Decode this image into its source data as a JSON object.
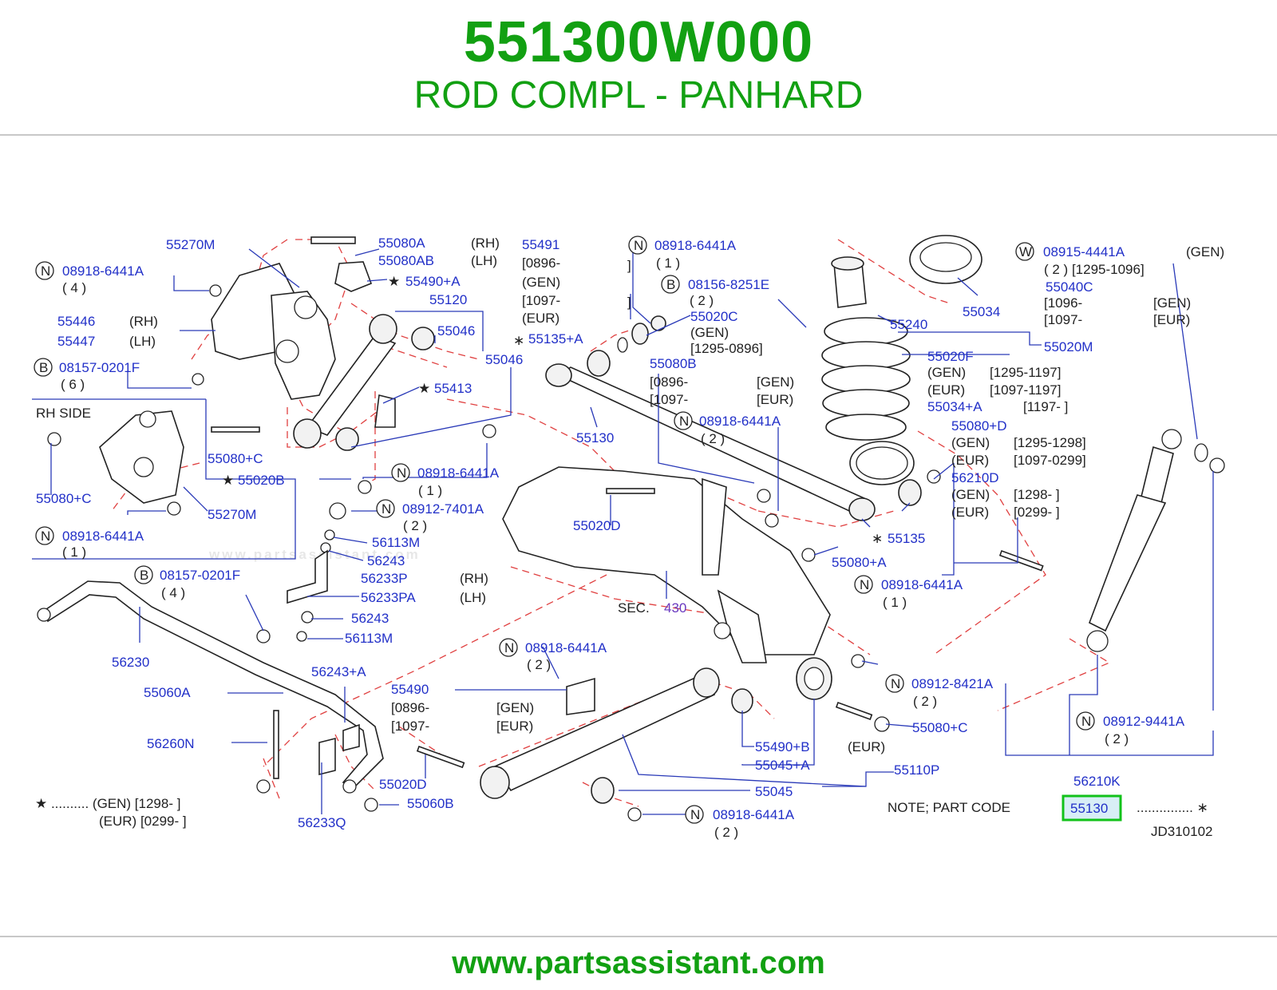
{
  "header": {
    "part_number": "551300W000",
    "part_name": "ROD COMPL - PANHARD",
    "brand_color": "#12a012"
  },
  "footer": {
    "url": "www.partsassistant.com"
  },
  "watermark": "www.partsassistant.com",
  "colors": {
    "part_label": "#2230c8",
    "leader": "#2a3ab8",
    "phantom": "#e04040",
    "highlight_border": "#12c21a"
  },
  "labels": {
    "l55270m_top": "55270M",
    "l08918_a": "08918-6441A",
    "q4_a": "( 4 )",
    "l55446": "55446",
    "rh_a": "(RH)",
    "l55447": "55447",
    "lh_a": "(LH)",
    "l08157_a": "08157-0201F",
    "q6": "( 6 )",
    "rh_side": "RH   SIDE",
    "l55080c_a": "55080+C",
    "l55080c_b": "55080+C",
    "l55020b": "55020B",
    "l55270m_bot": "55270M",
    "l08918_b": "08918-6441A",
    "q1_b": "( 1 )",
    "l55080a": "55080A",
    "rh_b": "(RH)",
    "l55080ab": "55080AB",
    "lh_b": "(LH)",
    "l55490a": "55490+A",
    "l55120": "55120",
    "l55046_a": "55046",
    "l55046_b": "55046",
    "l55413": "55413",
    "l55491": "55491",
    "r0896_a": "[0896-",
    "gen_a": "(GEN)",
    "r1097_a": "[1097-",
    "eur_a": "(EUR)",
    "l55135a": "55135+A",
    "l08918_c": "08918-6441A",
    "q1_c": "( 1 )",
    "l08912_7401": "08912-7401A",
    "q2_a": "( 2 )",
    "l56113m_a": "56113M",
    "l56243_a": "56243",
    "l56233p": "56233P",
    "rh_c": "(RH)",
    "l56233pa": "56233PA",
    "lh_c": "(LH)",
    "l56243_b": "56243",
    "l56113m_b": "56113M",
    "l08157_b": "08157-0201F",
    "q4_b": "( 4 )",
    "l56230": "56230",
    "l56243a": "56243+A",
    "l55060a": "55060A",
    "l56260n": "56260N",
    "l55490": "55490",
    "r0896_b": "[0896-",
    "r1097_b": "[1097-",
    "gen_b": "[GEN)",
    "eur_b": "[EUR)",
    "l55020d_a": "55020D",
    "l55060b": "55060B",
    "l56233q": "56233Q",
    "star_note": "★ .......... (GEN)   [1298-             ]",
    "star_note2": "(EUR)   [0299-             ]",
    "l08918_d": "08918-6441A",
    "q1_d": "( 1 )",
    "l08156": "08156-8251E",
    "q2_b": "( 2 )",
    "l55020c": "55020C",
    "gen_c": "(GEN)",
    "r1295_a": "[1295-0896]",
    "l55080b": "55080B",
    "r0896_c": "[0896-",
    "gen_d": "[GEN)",
    "r1097_c": "[1097-",
    "eur_c": "[EUR)",
    "l55130": "55130",
    "l08918_e": "08918-6441A",
    "q2_c": "( 2 )",
    "l55020d_b": "55020D",
    "sec": "SEC.",
    "sec_num": "430",
    "l08918_f": "08918-6441A",
    "q2_d": "( 2 )",
    "l55240": "55240",
    "l55034": "55034",
    "l08915": "08915-4441A",
    "gen_e": "(GEN)",
    "q2_e": "( 2 ) [1295-1096]",
    "l55040c": "55040C",
    "r1096": "[1096-",
    "gen_f": "[GEN)",
    "r1097_d": "[1097-",
    "eur_d": "[EUR)",
    "l55020m": "55020M",
    "l55020f": "55020F",
    "gen_g": "(GEN)",
    "r1295_b": "[1295-1197]",
    "eur_e": "(EUR)",
    "r1097_e": "[1097-1197]",
    "l55034a": "55034+A",
    "r1197": "[1197-             ]",
    "l55080d": "55080+D",
    "gen_h": "(GEN)",
    "r1295_c": "[1295-1298]",
    "eur_f": "(EUR)",
    "r1097_f": "[1097-0299]",
    "l56210d": "56210D",
    "gen_i": "(GEN)",
    "r1298": "[1298-             ]",
    "eur_g": "(EUR)",
    "r0299": "[0299-             ]",
    "l55135": "55135",
    "l55080a_b": "55080+A",
    "l08918_g": "08918-6441A",
    "q1_e": "( 1 )",
    "l08912_8421": "08912-8421A",
    "q2_f": "( 2 )",
    "l08912_9441": "08912-9441A",
    "q2_g": "( 2 )",
    "l55490b": "55490+B",
    "eur_h": "(EUR)",
    "l55045a": "55045+A",
    "l55110p": "55110P",
    "l55045": "55045",
    "l08918_h": "08918-6441A",
    "q2_h": "( 2 )",
    "l56210k": "56210K",
    "note_prefix": "NOTE;    PART    CODE",
    "note_code": "55130",
    "note_suffix": "...............  ∗",
    "jd": "JD310102"
  },
  "circle_letters": {
    "n": "N",
    "b": "B",
    "w": "W"
  }
}
